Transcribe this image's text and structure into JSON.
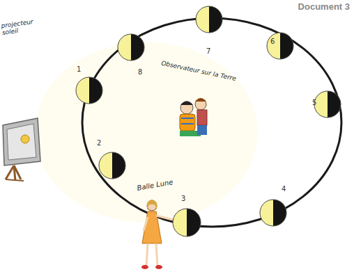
{
  "diagram": {
    "title": "Document 3",
    "nodes": [
      {
        "text": [
          "1"
        ]
      },
      {
        "text": [
          "2"
        ]
      },
      {
        "text": [
          "3"
        ]
      },
      {
        "text": [
          "4"
        ]
      },
      {
        "text": [
          "5"
        ]
      },
      {
        "text": [
          "6"
        ]
      },
      {
        "text": [
          "7"
        ]
      },
      {
        "text": [
          "8"
        ]
      }
    ],
    "labels": [
      "projecteur soleil",
      "Observateur sur la Terre",
      "Balle Lune"
    ]
  }
}
